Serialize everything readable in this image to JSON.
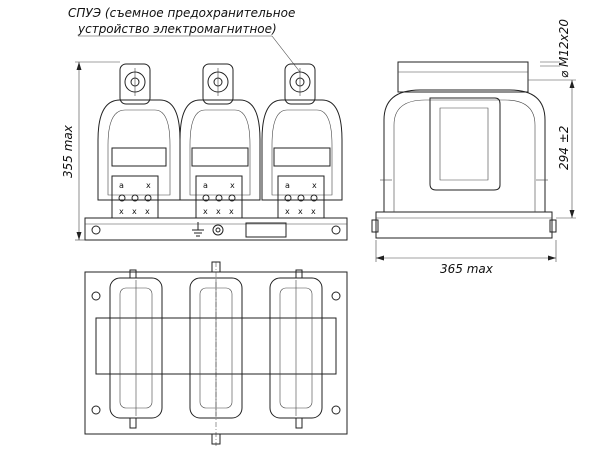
{
  "annotation": {
    "line1": "СПУЭ (съемное предохранительное",
    "line2": "устройство электромагнитное)"
  },
  "dimensions": {
    "height_total": "355 max",
    "width_total": "365 max",
    "height_side": "294 ±2",
    "bolt": "⌀ M12x20"
  },
  "terminal_symbols": {
    "row1": [
      "a",
      "x"
    ],
    "row2": [
      "x",
      "x",
      "x"
    ]
  },
  "colors": {
    "line": "#222222",
    "background": "#ffffff"
  }
}
